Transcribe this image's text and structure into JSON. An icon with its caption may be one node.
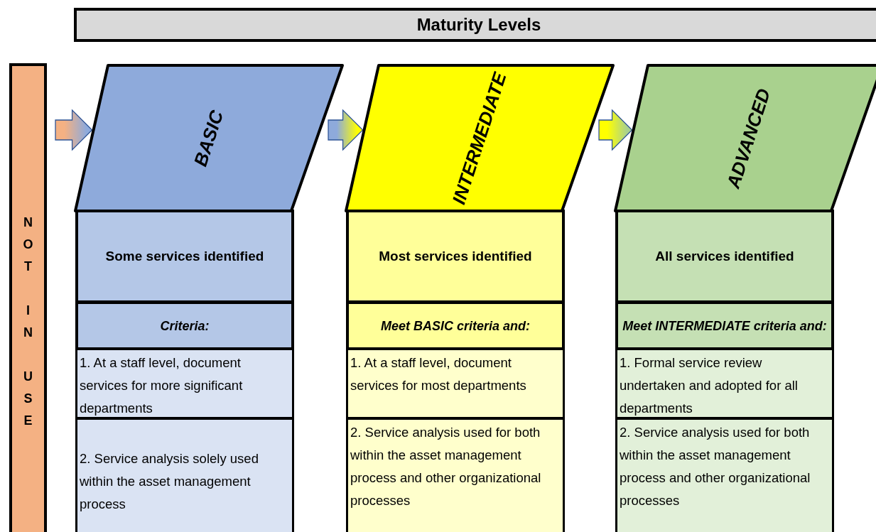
{
  "diagram": {
    "nodes": [
      {
        "text": [
          "Maturity Levels"
        ]
      },
      {
        "text": [
          "NOT IN USE"
        ]
      },
      {
        "text": [
          "BASIC"
        ]
      },
      {
        "text": [
          "Some services identified"
        ]
      },
      {
        "text": [
          "Criteria:"
        ]
      },
      {
        "text": [
          "1. At a staff level, document services for more significant departments"
        ]
      },
      {
        "text": [
          "2. Service analysis solely used within the asset management process"
        ]
      },
      {
        "text": [
          "INTERMEDIATE"
        ]
      },
      {
        "text": [
          "Most services identified"
        ]
      },
      {
        "text": [
          "Meet BASIC criteria and:"
        ]
      },
      {
        "text": [
          "1. At a staff level, document services for most departments"
        ]
      },
      {
        "text": [
          "2. Service analysis used for both within the asset management process and other organizational processes"
        ]
      },
      {
        "text": [
          "ADVANCED"
        ]
      },
      {
        "text": [
          "All services identified"
        ]
      },
      {
        "text": [
          "Meet INTERMEDIATE criteria and:"
        ]
      },
      {
        "text": [
          "1. Formal service review undertaken and adopted for all departments"
        ]
      },
      {
        "text": [
          "2. Service analysis used for both within the asset management process and other organizational processes"
        ]
      }
    ],
    "edges": [
      {
        "from": 1,
        "to": 2,
        "arrow": "to"
      },
      {
        "from": 2,
        "to": 7,
        "arrow": "to"
      },
      {
        "from": 7,
        "to": 12,
        "arrow": "to"
      }
    ]
  }
}
